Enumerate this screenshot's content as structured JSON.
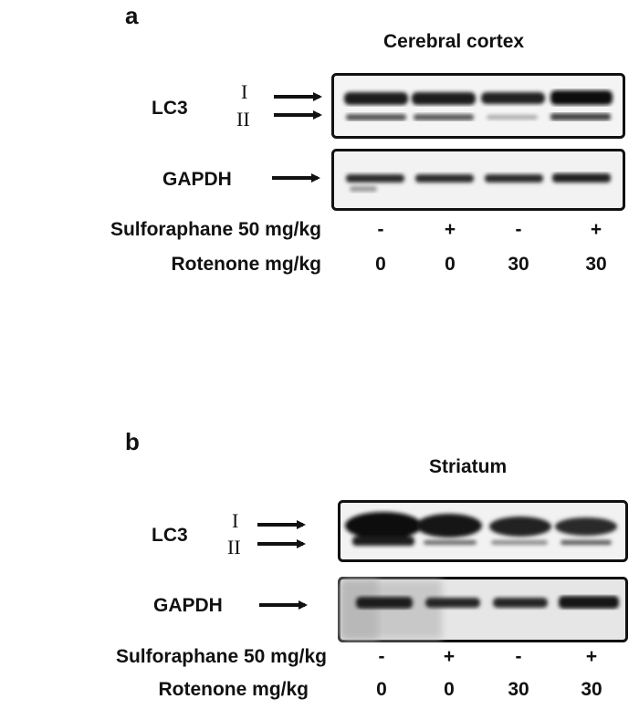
{
  "panel_a": {
    "letter": "a",
    "title": "Cerebral cortex",
    "lc3_label": "LC3",
    "band_I": "I",
    "band_II": "II",
    "gapdh_label": "GAPDH",
    "sulforaphane_label": "Sulforaphane 50 mg/kg",
    "rotenone_label": "Rotenone mg/kg",
    "sulforaphane_values": [
      "-",
      "+",
      "-",
      "+"
    ],
    "rotenone_values": [
      "0",
      "0",
      "30",
      "30"
    ]
  },
  "panel_b": {
    "letter": "b",
    "title": "Striatum",
    "lc3_label": "LC3",
    "band_I": "I",
    "band_II": "II",
    "gapdh_label": "GAPDH",
    "sulforaphane_label": "Sulforaphane 50 mg/kg",
    "rotenone_label": "Rotenone mg/kg",
    "sulforaphane_values": [
      "-",
      "+",
      "-",
      "+"
    ],
    "rotenone_values": [
      "0",
      "0",
      "30",
      "30"
    ]
  }
}
